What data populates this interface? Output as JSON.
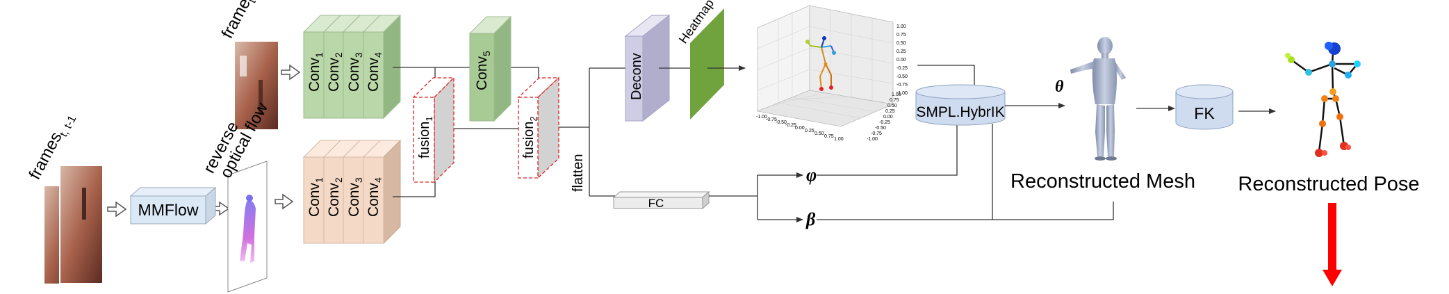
{
  "labels": {
    "frame_t_main": "frame",
    "frame_t_sub": "t",
    "frames_main": "frames",
    "frames_sub": "t, t-1",
    "mmflow": "MMFlow",
    "reverse": "reverse",
    "optical_flow": "optical flow",
    "conv1": "Conv",
    "conv1_sub": "1",
    "conv2": "Conv",
    "conv2_sub": "2",
    "conv3": "Conv",
    "conv3_sub": "3",
    "conv4": "Conv",
    "conv4_sub": "4",
    "conv5": "Conv",
    "conv5_sub": "5",
    "fusion1": "fusion",
    "fusion1_sub": "1",
    "fusion2": "fusion",
    "fusion2_sub": "2",
    "flatten": "flatten",
    "fc": "FC",
    "deconv": "Deconv",
    "heatmap": "Heatmap",
    "smpl": "SMPL.HybrIK",
    "fk": "FK",
    "theta": "θ",
    "phi": "φ",
    "beta": "β",
    "reconstructed_mesh": "Reconstructed Mesh",
    "reconstructed_pose": "Reconstructed Pose"
  },
  "plot3d": {
    "zticks": [
      "1.00",
      "0.75",
      "0.50",
      "0.25",
      "0.00",
      "-0.25",
      "-0.50",
      "-0.75",
      "-1.00"
    ],
    "xticks": [
      "-1.00",
      "-0.75",
      "-0.50",
      "-0.25",
      "0.00",
      "0.25",
      "0.50",
      "0.75",
      "1.00"
    ],
    "yticks": [
      "1.00",
      "0.75",
      "0.50",
      "0.25",
      "0.00",
      "-0.25",
      "-0.50",
      "-0.75",
      "-1.00"
    ]
  },
  "colors": {
    "conv_green": "#b9d7a8",
    "conv_beige": "#f4dac6",
    "heatmap_green": "#70a33e",
    "deconv_purple": "#cfcde4",
    "cylinder_blue": "#cfdcf0",
    "arrow_red": "#ff0000"
  },
  "icons": [
    "photo-frame",
    "flow-image",
    "mesh-figure",
    "skeleton",
    "down-arrow"
  ]
}
